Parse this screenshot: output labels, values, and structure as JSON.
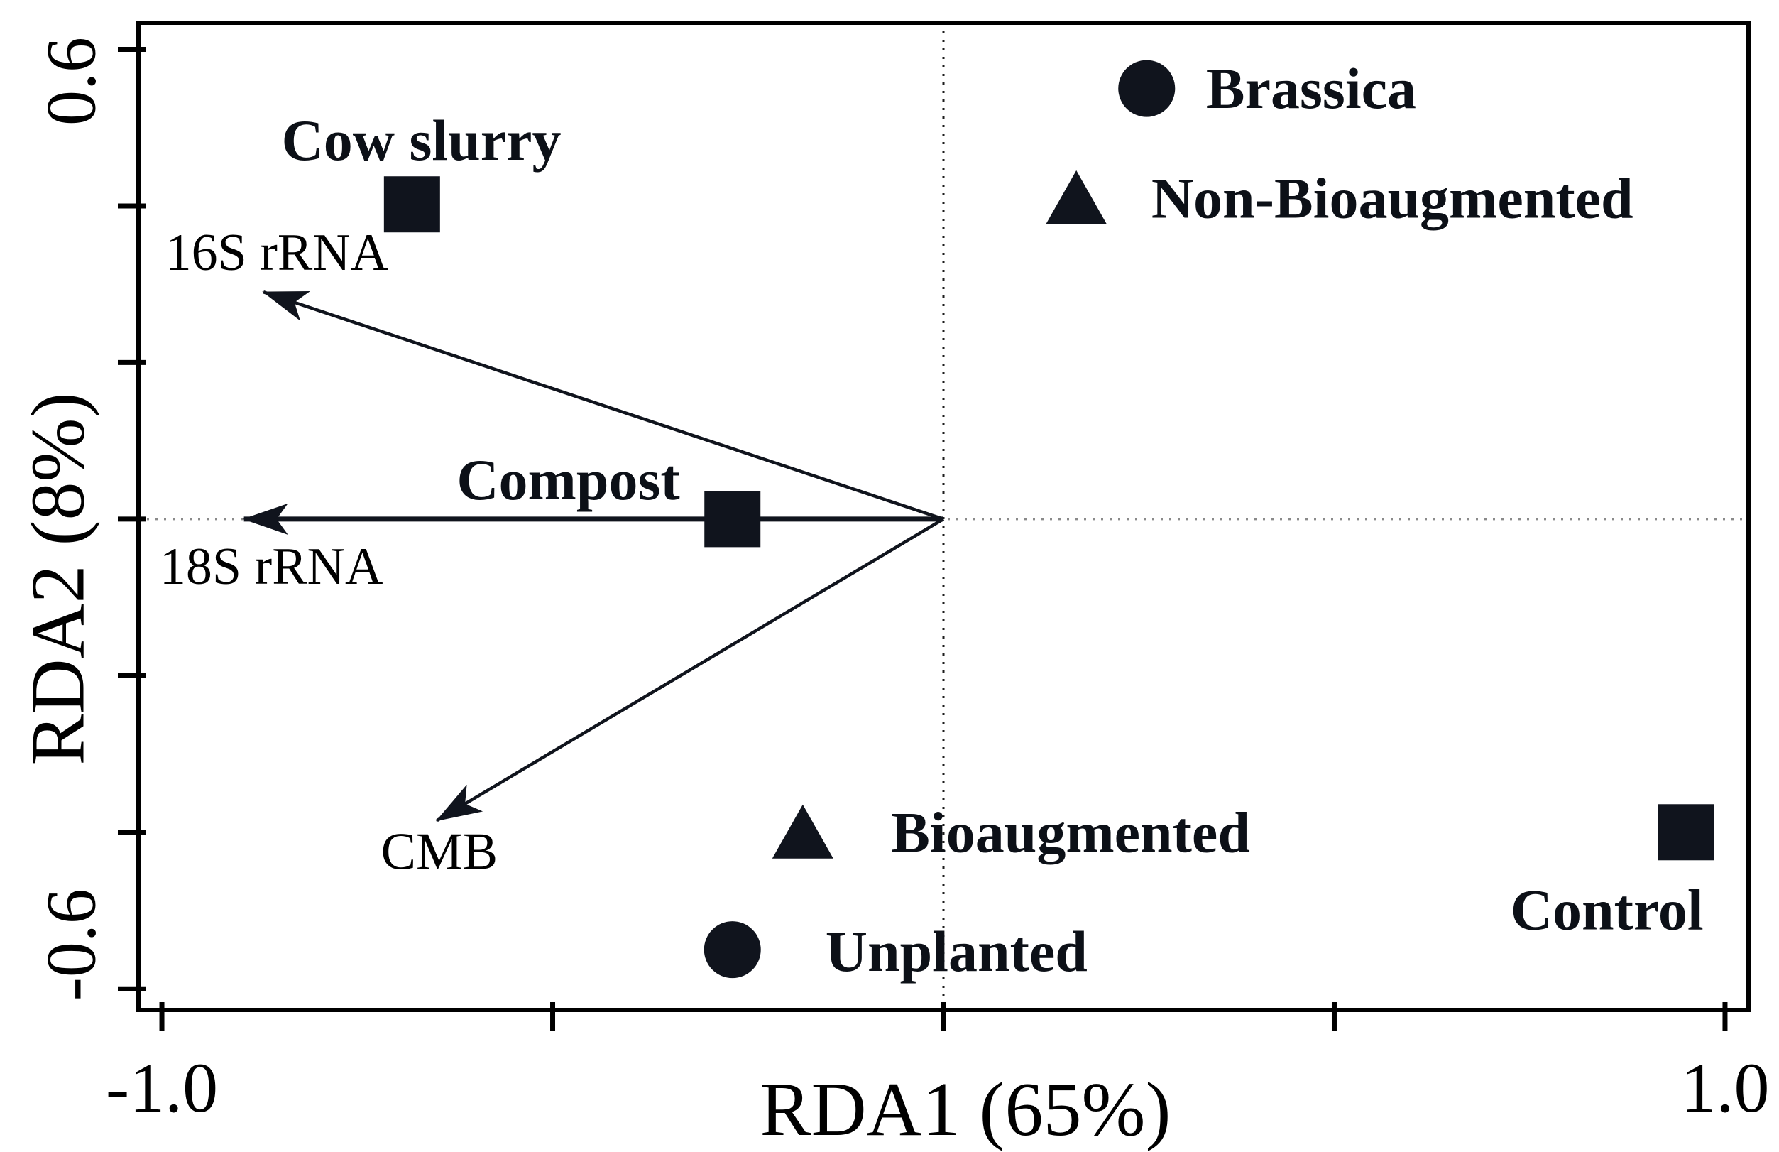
{
  "figure": {
    "background": "#ffffff",
    "ink_color": "#000000",
    "marker_color": "#10141d"
  },
  "chart_data": {
    "type": "scatter",
    "subtype": "rda-ordination-biplot",
    "title": "",
    "xlabel": "RDA1 (65%)",
    "ylabel": "RDA2 (8%)",
    "xlim": [
      -1.03,
      1.03
    ],
    "ylim": [
      -0.627,
      0.634
    ],
    "grid": false,
    "zero_lines": {
      "vertical_x": 0,
      "horizontal_y": 0,
      "style": "dotted"
    },
    "x_ticks": [
      {
        "v": -1.0,
        "label": "-1.0"
      },
      {
        "v": -0.5,
        "label": ""
      },
      {
        "v": 0.0,
        "label": ""
      },
      {
        "v": 0.5,
        "label": ""
      },
      {
        "v": 1.0,
        "label": "1.0"
      }
    ],
    "y_ticks": [
      {
        "v": 0.6,
        "label": "0.6"
      },
      {
        "v": 0.4,
        "label": ""
      },
      {
        "v": 0.2,
        "label": ""
      },
      {
        "v": 0.0,
        "label": ""
      },
      {
        "v": -0.2,
        "label": ""
      },
      {
        "v": -0.4,
        "label": ""
      },
      {
        "v": -0.6,
        "label": "-0.6"
      }
    ],
    "points": [
      {
        "label": "Cow slurry",
        "marker": "square",
        "x": -0.68,
        "y": 0.402,
        "label_x": -0.668,
        "label_y": 0.484,
        "label_anchor": "middle"
      },
      {
        "label": "Compost",
        "marker": "square",
        "x": -0.27,
        "y": 0.0,
        "label_x": -0.48,
        "label_y": 0.05,
        "label_anchor": "middle"
      },
      {
        "label": "Control",
        "marker": "square",
        "x": 0.95,
        "y": -0.4,
        "label_x": 0.849,
        "label_y": -0.499,
        "label_anchor": "middle"
      },
      {
        "label": "Brassica",
        "marker": "circle",
        "x": 0.26,
        "y": 0.55,
        "label_x": 0.336,
        "label_y": 0.55,
        "label_anchor": "start"
      },
      {
        "label": "Unplanted",
        "marker": "circle",
        "x": -0.27,
        "y": -0.55,
        "label_x": -0.151,
        "label_y": -0.552,
        "label_anchor": "start"
      },
      {
        "label": "Non-Bioaugmented",
        "marker": "triangle",
        "x": 0.17,
        "y": 0.41,
        "label_x": 0.266,
        "label_y": 0.41,
        "label_anchor": "start"
      },
      {
        "label": "Bioaugmented",
        "marker": "triangle",
        "x": -0.18,
        "y": -0.4,
        "label_x": -0.067,
        "label_y": -0.4,
        "label_anchor": "start"
      }
    ],
    "arrows": [
      {
        "label": "16S rRNA",
        "x0": 0,
        "y0": 0,
        "x": -0.87,
        "y": 0.29,
        "label_x": -0.853,
        "label_y": 0.34,
        "label_anchor": "middle"
      },
      {
        "label": "18S rRNA",
        "x0": 0,
        "y0": 0,
        "x": -0.895,
        "y": 0.0,
        "label_x": -0.86,
        "label_y": -0.061,
        "label_anchor": "middle"
      },
      {
        "label": "CMB",
        "x0": 0,
        "y0": 0,
        "x": -0.648,
        "y": -0.385,
        "label_x": -0.645,
        "label_y": -0.425,
        "label_anchor": "middle"
      }
    ]
  }
}
